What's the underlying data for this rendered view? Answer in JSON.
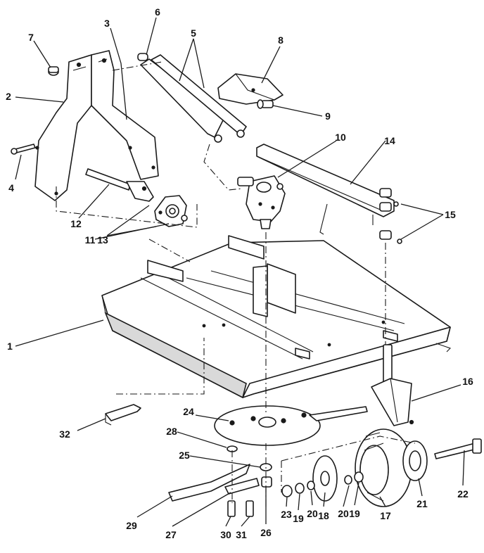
{
  "callouts": [
    {
      "part": "1",
      "text": "1"
    },
    {
      "part": "2",
      "text": "2"
    },
    {
      "part": "3",
      "text": "3"
    },
    {
      "part": "4",
      "text": "4"
    },
    {
      "part": "5",
      "text": "5"
    },
    {
      "part": "6",
      "text": "6"
    },
    {
      "part": "7",
      "text": "7"
    },
    {
      "part": "8",
      "text": "8"
    },
    {
      "part": "9",
      "text": "9"
    },
    {
      "part": "10",
      "text": "10"
    },
    {
      "part": "11",
      "text": "11"
    },
    {
      "part": "12",
      "text": "12"
    },
    {
      "part": "13",
      "text": "13"
    },
    {
      "part": "14",
      "text": "14"
    },
    {
      "part": "15",
      "text": "15"
    },
    {
      "part": "16",
      "text": "16"
    },
    {
      "part": "17",
      "text": "17"
    },
    {
      "part": "18",
      "text": "18"
    },
    {
      "part": "19a",
      "text": "19"
    },
    {
      "part": "19b",
      "text": "19"
    },
    {
      "part": "20a",
      "text": "20"
    },
    {
      "part": "20b",
      "text": "20"
    },
    {
      "part": "21",
      "text": "21"
    },
    {
      "part": "22",
      "text": "22"
    },
    {
      "part": "23",
      "text": "23"
    },
    {
      "part": "24",
      "text": "24"
    },
    {
      "part": "25",
      "text": "25"
    },
    {
      "part": "26",
      "text": "26"
    },
    {
      "part": "27",
      "text": "27"
    },
    {
      "part": "28",
      "text": "28"
    },
    {
      "part": "29",
      "text": "29"
    },
    {
      "part": "30",
      "text": "30"
    },
    {
      "part": "31",
      "text": "31"
    },
    {
      "part": "32",
      "text": "32"
    }
  ]
}
